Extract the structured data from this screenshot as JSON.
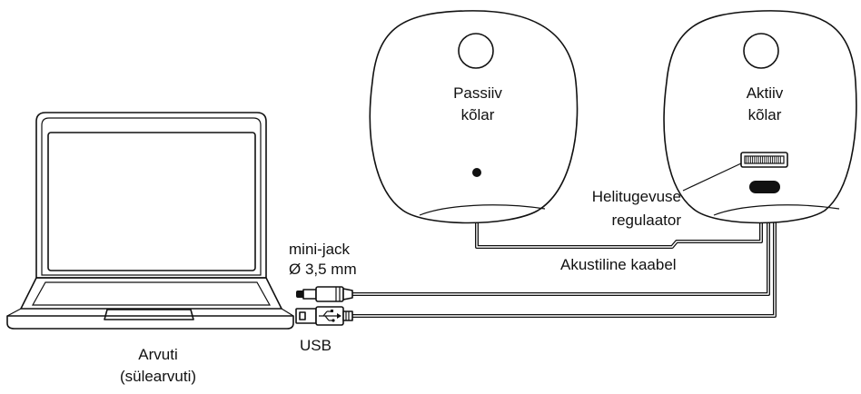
{
  "labels": {
    "passive_speaker": [
      "Passiiv",
      "kõlar"
    ],
    "active_speaker": [
      "Aktiiv",
      "kõlar"
    ],
    "volume_control": [
      "Helitugevuse",
      "regulaator"
    ],
    "acoustic_cable": "Akustiline kaabel",
    "mini_jack": [
      "mini-jack",
      "Ø 3,5 mm"
    ],
    "usb": "USB",
    "computer": [
      "Arvuti",
      "(sülearvuti)"
    ]
  },
  "colors": {
    "line": "#111111",
    "background": "#ffffff"
  },
  "icons": {
    "usb_symbol": "usb-icon"
  }
}
